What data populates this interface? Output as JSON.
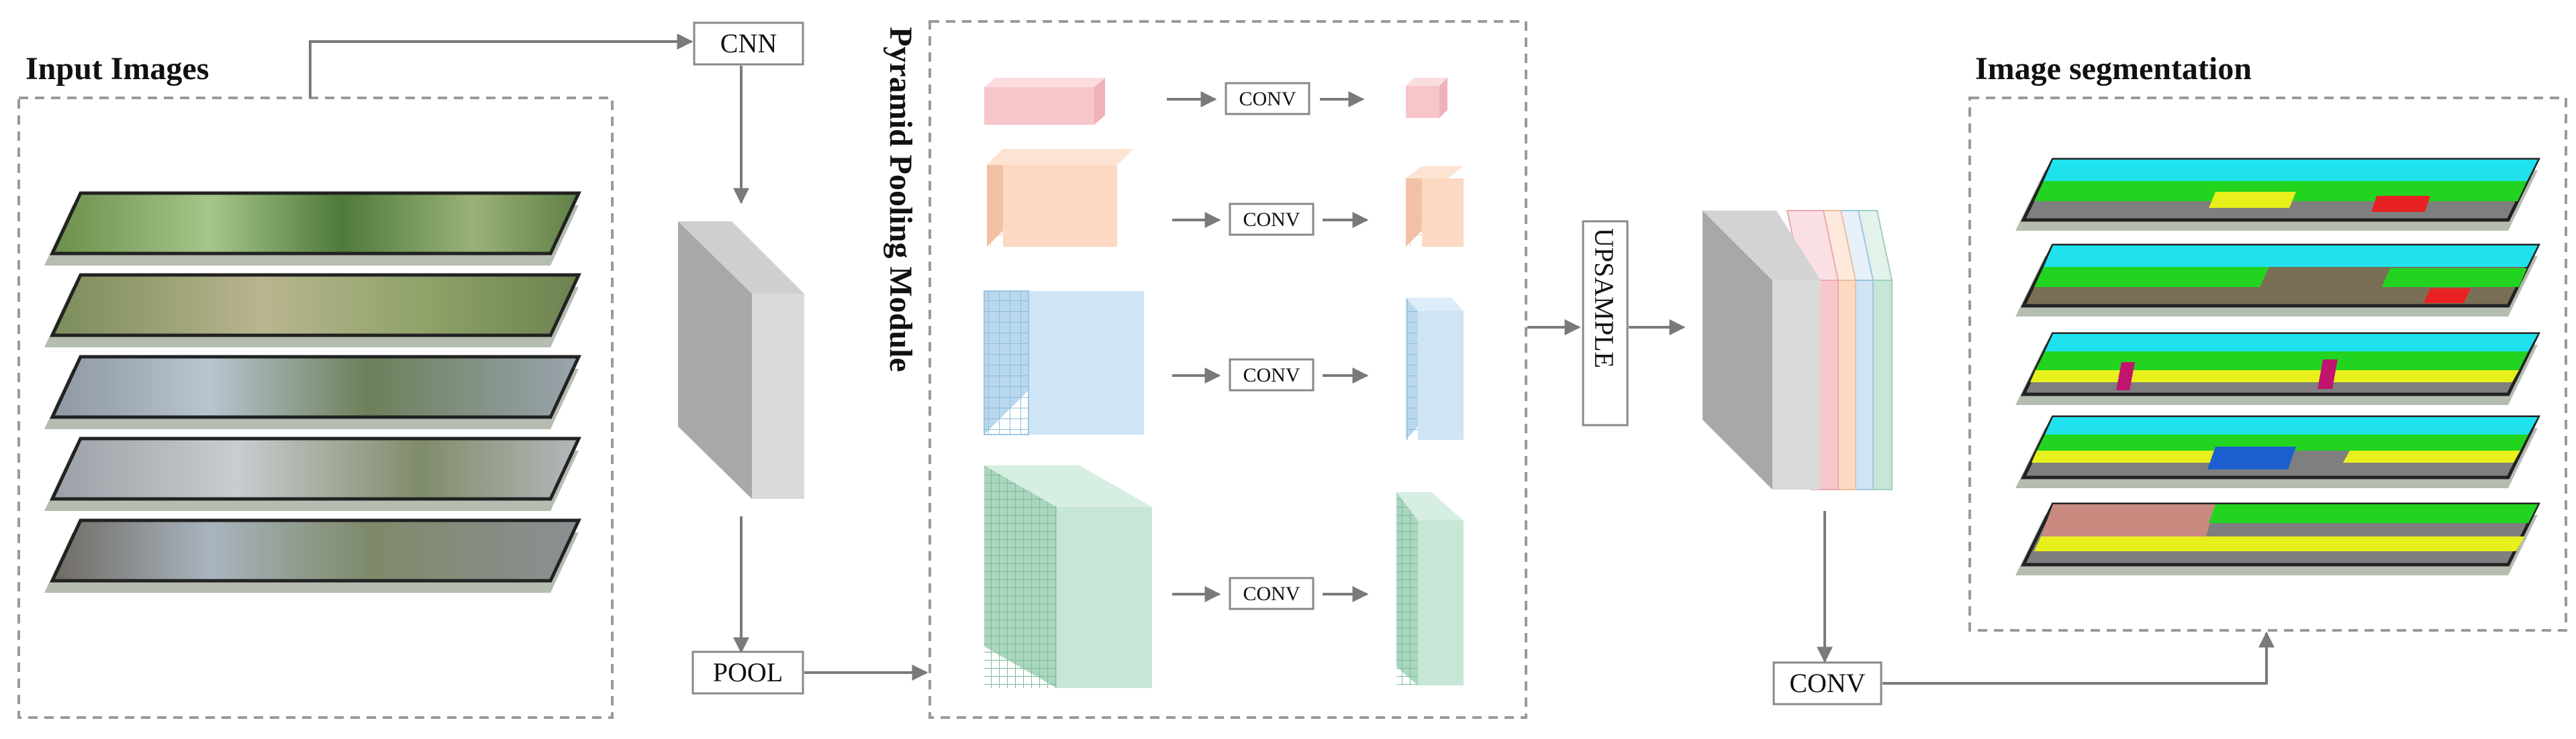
{
  "input_section": {
    "title": "Input Images",
    "image_count": 5
  },
  "cnn_label": "CNN",
  "pool_label": "POOL",
  "ppm": {
    "title": "Pyramid Pooling Module",
    "conv_label": "CONV",
    "levels": [
      {
        "color": "#f7c6cb"
      },
      {
        "color": "#fbd9c2"
      },
      {
        "color": "#cfe5f5"
      },
      {
        "color": "#c8e6d6"
      }
    ]
  },
  "upsample_label": "UPSAMPLE",
  "concat_colors": [
    "#f7c6cb",
    "#fbd9c2",
    "#cfe5f5",
    "#c8e6d6"
  ],
  "final_conv_label": "CONV",
  "output_section": {
    "title": "Image segmentation",
    "image_count": 5
  },
  "colors": {
    "arrow": "#7a7a7a",
    "dashed": "#9a9a9a",
    "feature_gray": "#bdbdbd"
  }
}
